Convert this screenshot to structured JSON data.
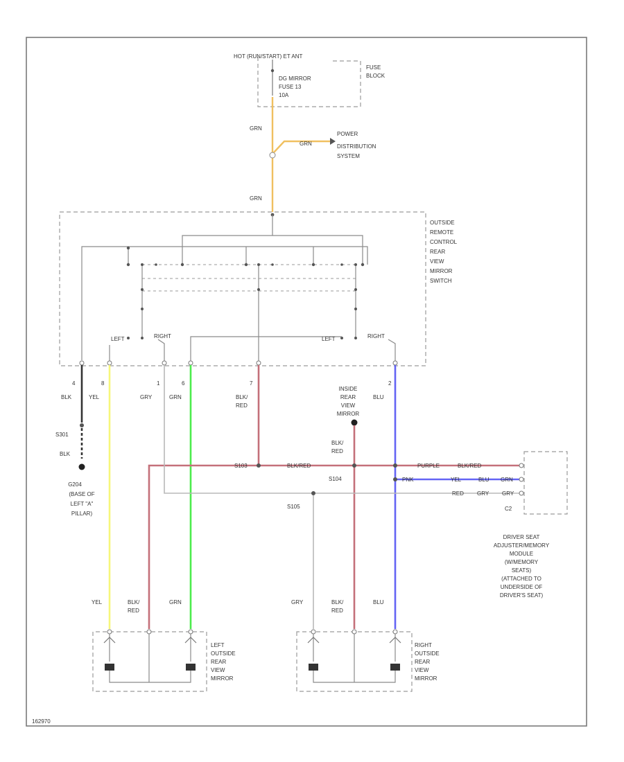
{
  "top_label": "HOT (RUN/START) ET ANT",
  "fuse_block": {
    "label": [
      "FUSE",
      "BLOCK"
    ],
    "fuse_text": [
      "DG MIRROR",
      "FUSE 13",
      "10A"
    ]
  },
  "splice_wire": "GRN",
  "power_dist": {
    "wire": "GRN",
    "label": [
      "POWER",
      "DISTRIBUTION",
      "SYSTEM"
    ]
  },
  "switch_input_wire": "GRN",
  "switch": {
    "label": [
      "OUTSIDE",
      "REMOTE",
      "CONTROL",
      "REAR",
      "VIEW",
      "MIRROR",
      "SWITCH"
    ],
    "pos_left1": "LEFT",
    "pos_right1": "RIGHT",
    "pos_left2": "LEFT",
    "pos_right2": "RIGHT"
  },
  "pins": [
    {
      "num": "4",
      "wire": "BLK"
    },
    {
      "num": "8",
      "wire": "YEL"
    },
    {
      "num": "1",
      "wire": "GRY"
    },
    {
      "num": "6",
      "wire": "GRN"
    },
    {
      "num": "7",
      "wire": [
        "BLK/",
        "RED"
      ]
    },
    {
      "num": "2",
      "wire": "BLU"
    }
  ],
  "ground": {
    "splice": "S301",
    "wire": "BLK",
    "id": "G204",
    "location": [
      "(BASE OF",
      "LEFT \"A\"",
      "PILLAR)"
    ]
  },
  "inside_mirror": {
    "label": [
      "INSIDE",
      "REAR",
      "VIEW",
      "MIRROR"
    ],
    "wire": [
      "BLK/",
      "RED"
    ]
  },
  "harness": {
    "splice_top": "S103",
    "splice_mid": "S104",
    "splice_low": "S105",
    "row1": [
      "BLK/RED",
      "PURPLE",
      "BLK/RED"
    ],
    "row2": [
      "PNK",
      "YEL",
      "BLU",
      "GRN"
    ],
    "row3": [
      "RED",
      "GRY",
      "GRY"
    ],
    "connector": "C2"
  },
  "memory_module": {
    "label": [
      "DRIVER SEAT",
      "ADJUSTER/MEMORY",
      "MODULE",
      "(W/MEMORY",
      "SEATS)",
      "(ATTACHED TO",
      "UNDERSIDE OF",
      "DRIVER'S SEAT)"
    ]
  },
  "left_mirror": {
    "label": [
      "LEFT",
      "OUTSIDE",
      "REAR",
      "VIEW",
      "MIRROR"
    ],
    "wires": [
      "YEL",
      [
        "BLK/",
        "RED"
      ],
      "GRN"
    ]
  },
  "right_mirror": {
    "label": [
      "RIGHT",
      "OUTSIDE",
      "REAR",
      "VIEW",
      "MIRROR"
    ],
    "wires": [
      "GRY",
      [
        "BLK/",
        "RED"
      ],
      "BLU"
    ]
  },
  "figure_id": "162970",
  "colors": {
    "orange": "#f0c060",
    "yellow": "#f6f67a",
    "green": "#4cec4c",
    "red": "#c4707a",
    "blue": "#6464f4",
    "gray": "#b8b8b8"
  }
}
